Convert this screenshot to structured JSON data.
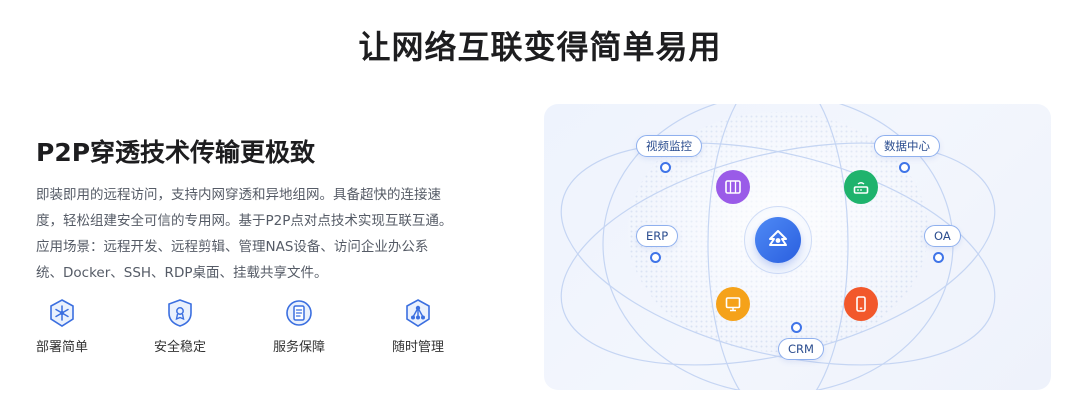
{
  "page": {
    "title": "让网络互联变得简单易用"
  },
  "section": {
    "title": "P2P穿透技术传输更极致",
    "description_lines": [
      "即装即用的远程访问，支持内网穿透和异地组网。具备超快的连接速",
      "度，轻松组建安全可信的专用网。基于P2P点对点技术实现互联互通。",
      "应用场景：远程开发、远程剪辑、管理NAS设备、访问企业办公系",
      "统、Docker、SSH、RDP桌面、挂载共享文件。"
    ]
  },
  "features": [
    {
      "label": "部署简单",
      "icon": "snowflake-icon"
    },
    {
      "label": "安全稳定",
      "icon": "shield-icon"
    },
    {
      "label": "服务保障",
      "icon": "document-icon"
    },
    {
      "label": "随时管理",
      "icon": "network-icon"
    }
  ],
  "diagram": {
    "tags": {
      "video": "视频监控",
      "datacenter": "数据中心",
      "erp": "ERP",
      "oa": "OA",
      "crm": "CRM"
    },
    "nodes": [
      {
        "name": "server-rack-icon",
        "color": "#9a5be8"
      },
      {
        "name": "router-icon",
        "color": "#1fb36d"
      },
      {
        "name": "monitor-icon",
        "color": "#f5a21a"
      },
      {
        "name": "mobile-phone-icon",
        "color": "#f2582b"
      }
    ],
    "hub_icon": "network-logo-icon",
    "colors": {
      "accent": "#2f68e6",
      "orbit": "#c5d5f3",
      "tag_border": "#8fb0ee"
    }
  }
}
